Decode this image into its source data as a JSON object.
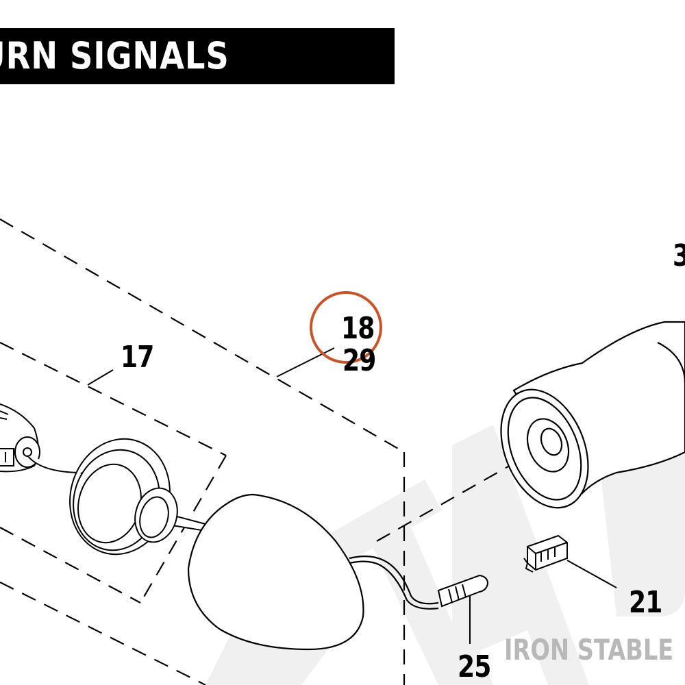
{
  "header": {
    "title": "URN SIGNALS"
  },
  "callouts": {
    "part_17": "17",
    "part_18": "18",
    "part_29": "29",
    "part_21": "21",
    "part_25": "25",
    "part_3": "3"
  },
  "watermark": {
    "brand": "IRON STABLE",
    "large_letters": "STAB"
  },
  "colors": {
    "highlight_circle": "#c8542a",
    "watermark": "#b8b8b8",
    "line": "#000000"
  }
}
